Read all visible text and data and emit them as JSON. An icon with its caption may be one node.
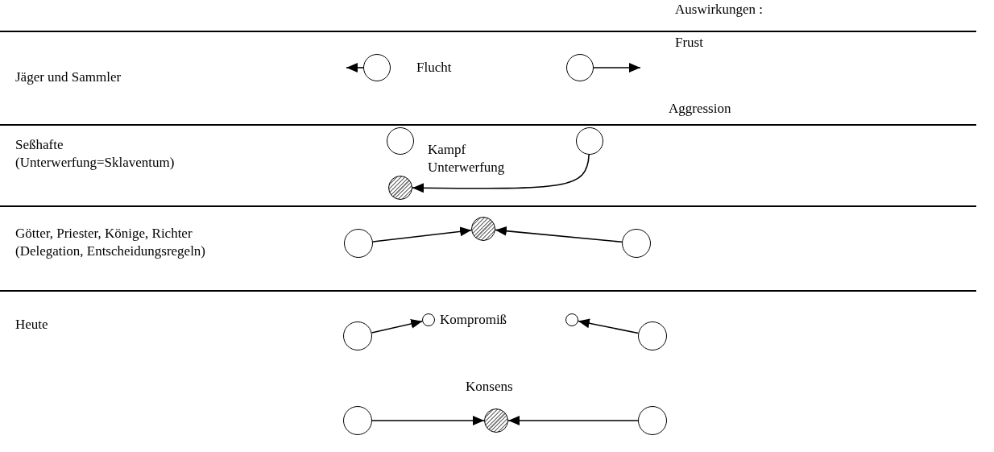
{
  "diagram": {
    "nodes": [
      {
        "text": [],
        "shape": "circle"
      },
      {
        "text": [],
        "shape": "circle"
      },
      {
        "text": [],
        "shape": "circle"
      },
      {
        "text": [],
        "shape": "circle"
      },
      {
        "text": [],
        "shape": "circle"
      },
      {
        "text": [],
        "shape": "circle"
      },
      {
        "text": [],
        "shape": "circle"
      },
      {
        "text": [],
        "shape": "circle"
      },
      {
        "text": [],
        "shape": "circle"
      },
      {
        "text": [],
        "shape": "circle"
      },
      {
        "text": [],
        "shape": "circle"
      },
      {
        "text": [],
        "shape": "circle"
      },
      {
        "text": [],
        "shape": "circle"
      },
      {
        "text": [],
        "shape": "circle",
        "beside": [
          "Konsens"
        ]
      },
      {
        "text": [],
        "shape": "circle"
      }
    ],
    "edges": [
      {
        "from": 0,
        "to": null,
        "arrow": "to"
      },
      {
        "from": 1,
        "to": null,
        "arrow": "to"
      },
      {
        "from": 3,
        "to": 4,
        "arrow": "to"
      },
      {
        "from": 5,
        "to": 6,
        "arrow": "to"
      },
      {
        "from": 7,
        "to": 6,
        "arrow": "to"
      },
      {
        "from": 8,
        "to": 9,
        "arrow": "to"
      },
      {
        "from": 11,
        "to": 10,
        "arrow": "to"
      },
      {
        "from": 12,
        "to": 13,
        "arrow": "to"
      },
      {
        "from": 14,
        "to": 13,
        "arrow": "to"
      }
    ],
    "labels": [
      "Auswirkungen :",
      "Frust",
      "Jäger und Sammler",
      "Flucht",
      "Aggression",
      "Seßhafte",
      "(Unterwerfung=Sklaventum)",
      "Kampf",
      "Unterwerfung",
      "Götter, Priester, Könige, Richter",
      "(Delegation, Entscheidungsregeln)",
      "Heute",
      "Kompromiß"
    ]
  }
}
